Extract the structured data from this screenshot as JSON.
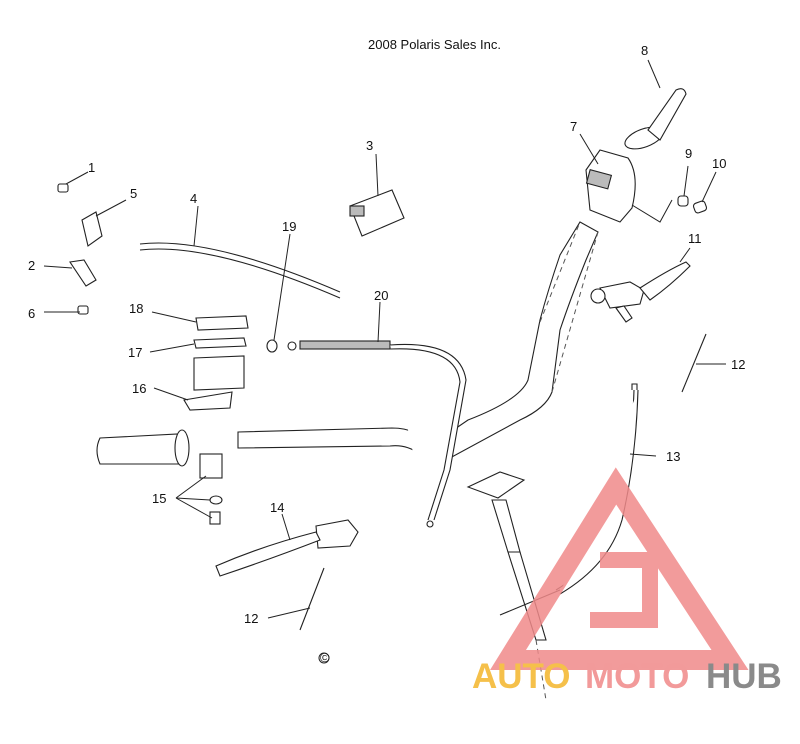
{
  "copyright_text": "2008 Polaris Sales Inc.",
  "copyright_symbol": "©",
  "callouts": {
    "c1": "1",
    "c2": "2",
    "c3": "3",
    "c4": "4",
    "c5": "5",
    "c6": "6",
    "c7": "7",
    "c8": "8",
    "c9": "9",
    "c10": "10",
    "c11": "11",
    "c12a": "12",
    "c12b": "12",
    "c13": "13",
    "c14": "14",
    "c15": "15",
    "c16": "16",
    "c17": "17",
    "c18": "18",
    "c19": "19",
    "c20": "20"
  },
  "watermark": {
    "part1": "AUTO",
    "part2": "MOTO",
    "part3": "HUB",
    "colors": {
      "auto": "#f5c04a",
      "moto": "#f29a9a",
      "hub": "#8a8a8a",
      "triangle": "#f08a8a"
    }
  }
}
